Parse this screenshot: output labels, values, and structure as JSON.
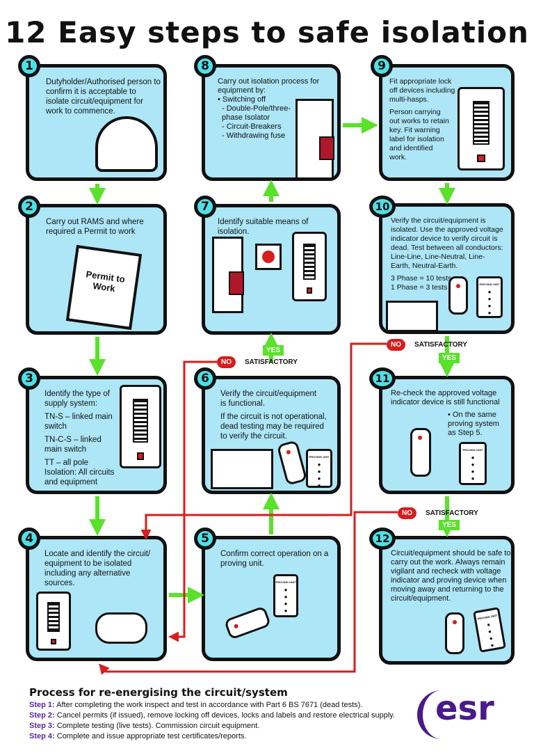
{
  "title": "12 Easy steps to safe isolation",
  "steps": {
    "s1": {
      "num": "1",
      "text": "Dutyholder/Authorised person to confirm it is acceptable to isolate circuit/equipment for work to commence."
    },
    "s2": {
      "num": "2",
      "text": "Carry out RAMS and where required a Permit to work",
      "permit": "Permit to Work"
    },
    "s3": {
      "num": "3",
      "lines": [
        "Identify the type of supply system:",
        "TN-S – linked main switch",
        "TN-C-S – linked main switch",
        "TT – all pole Isolation: All circuits and equipment"
      ]
    },
    "s4": {
      "num": "4",
      "text": "Locate and identify the circuit/ equipment to be isolated including any alternative sources."
    },
    "s5": {
      "num": "5",
      "text": "Confirm correct operation on a proving unit.",
      "pu": "PROVING UNIT"
    },
    "s6": {
      "num": "6",
      "lines": [
        "Verify the circuit/equipment is functional.",
        "If the circuit is not operational, dead testing may be required to verify the circuit."
      ],
      "pu": "PROVING UNIT"
    },
    "s7": {
      "num": "7",
      "text": "Identify suitable means of isolation."
    },
    "s8": {
      "num": "8",
      "lines": [
        "Carry out isolation process for equipment by:",
        "• Switching off",
        "- Double-Pole/three-phase Isolator",
        "- Circuit-Breakers",
        "- Withdrawing fuse"
      ]
    },
    "s9": {
      "num": "9",
      "lines": [
        "Fit appropriate lock off devices including multi-hasps.",
        "Person carrying out works to retain key. Fit warning label for isolation and identified work."
      ]
    },
    "s10": {
      "num": "10",
      "lines": [
        "Verify the circuit/equipment is isolated. Use the approved voltage indicator device to verify circuit is dead. Test between all conductors: Line-Line, Line-Neutral, Line-Earth, Neutral-Earth.",
        "3 Phase = 10 tests",
        "1 Phase =  3 tests"
      ],
      "pu": "PROVING UNIT"
    },
    "s11": {
      "num": "11",
      "lines": [
        "Re-check the approved voltage indicator device is still functional",
        "• On the same proving system as Step 5."
      ],
      "pu": "PROVING UNIT"
    },
    "s12": {
      "num": "12",
      "text": "Circuit/equipment should be safe to carry out the work. Always remain vigilant and recheck with voltage indicator and proving device when moving away and returning to the circuit/equipment.",
      "pu": "PROVING UNIT"
    }
  },
  "labels": {
    "no": "NO",
    "yes": "YES",
    "satisfactory": "SATISFACTORY"
  },
  "footer": {
    "heading": "Process for re-energising the circuit/system",
    "items": [
      {
        "step": "Step 1:",
        "text": "After completing the work inspect and test in accordance with Part 6 BS 7671 (dead tests)."
      },
      {
        "step": "Step 2:",
        "text": "Cancel permits (if issued), remove locking off devices, locks and labels and restore electrical supply."
      },
      {
        "step": "Step 3:",
        "text": "Complete testing (live tests). Commission circuit equipment."
      },
      {
        "step": "Step 4:",
        "text": "Complete and issue appropriate test certificates/reports."
      }
    ]
  },
  "logo": "esr",
  "colors": {
    "panel": "#ade6f6",
    "badge": "#4fdfe6",
    "arrow": "#5ae12b",
    "no": "#d71d1d",
    "brand": "#4a1a8a"
  }
}
